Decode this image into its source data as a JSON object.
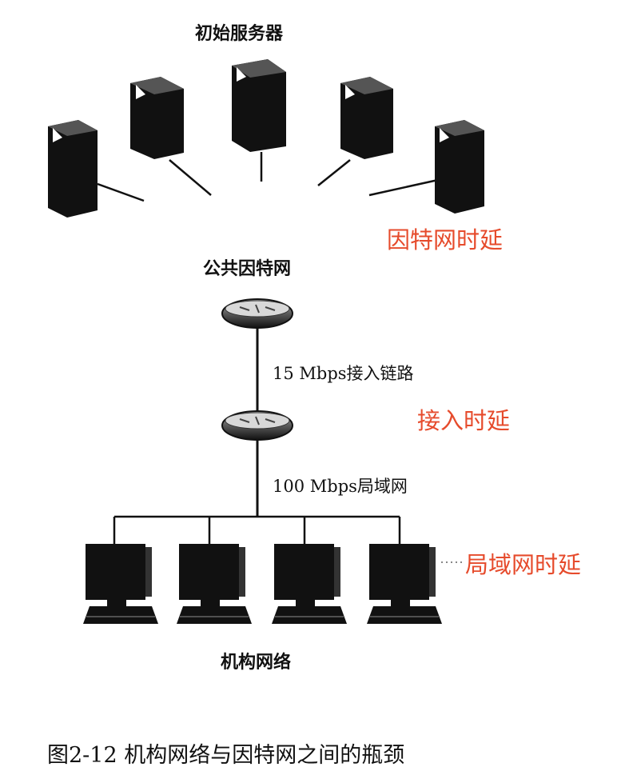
{
  "labels": {
    "servers": "初始服务器",
    "internet": "公共因特网",
    "access_link": "15 Mbps接入链路",
    "lan": "100 Mbps局域网",
    "institution": "机构网络"
  },
  "delays": {
    "internet_delay": "因特网时延",
    "access_delay": "接入时延",
    "lan_delay": "局域网时延"
  },
  "caption": "图2-12  机构网络与因特网之间的瓶颈",
  "colors": {
    "delay_text": "#e64b2c",
    "ink": "#111111"
  },
  "icons": {
    "server": "server-tower-icon",
    "router": "router-icon",
    "workstation": "workstation-icon"
  }
}
